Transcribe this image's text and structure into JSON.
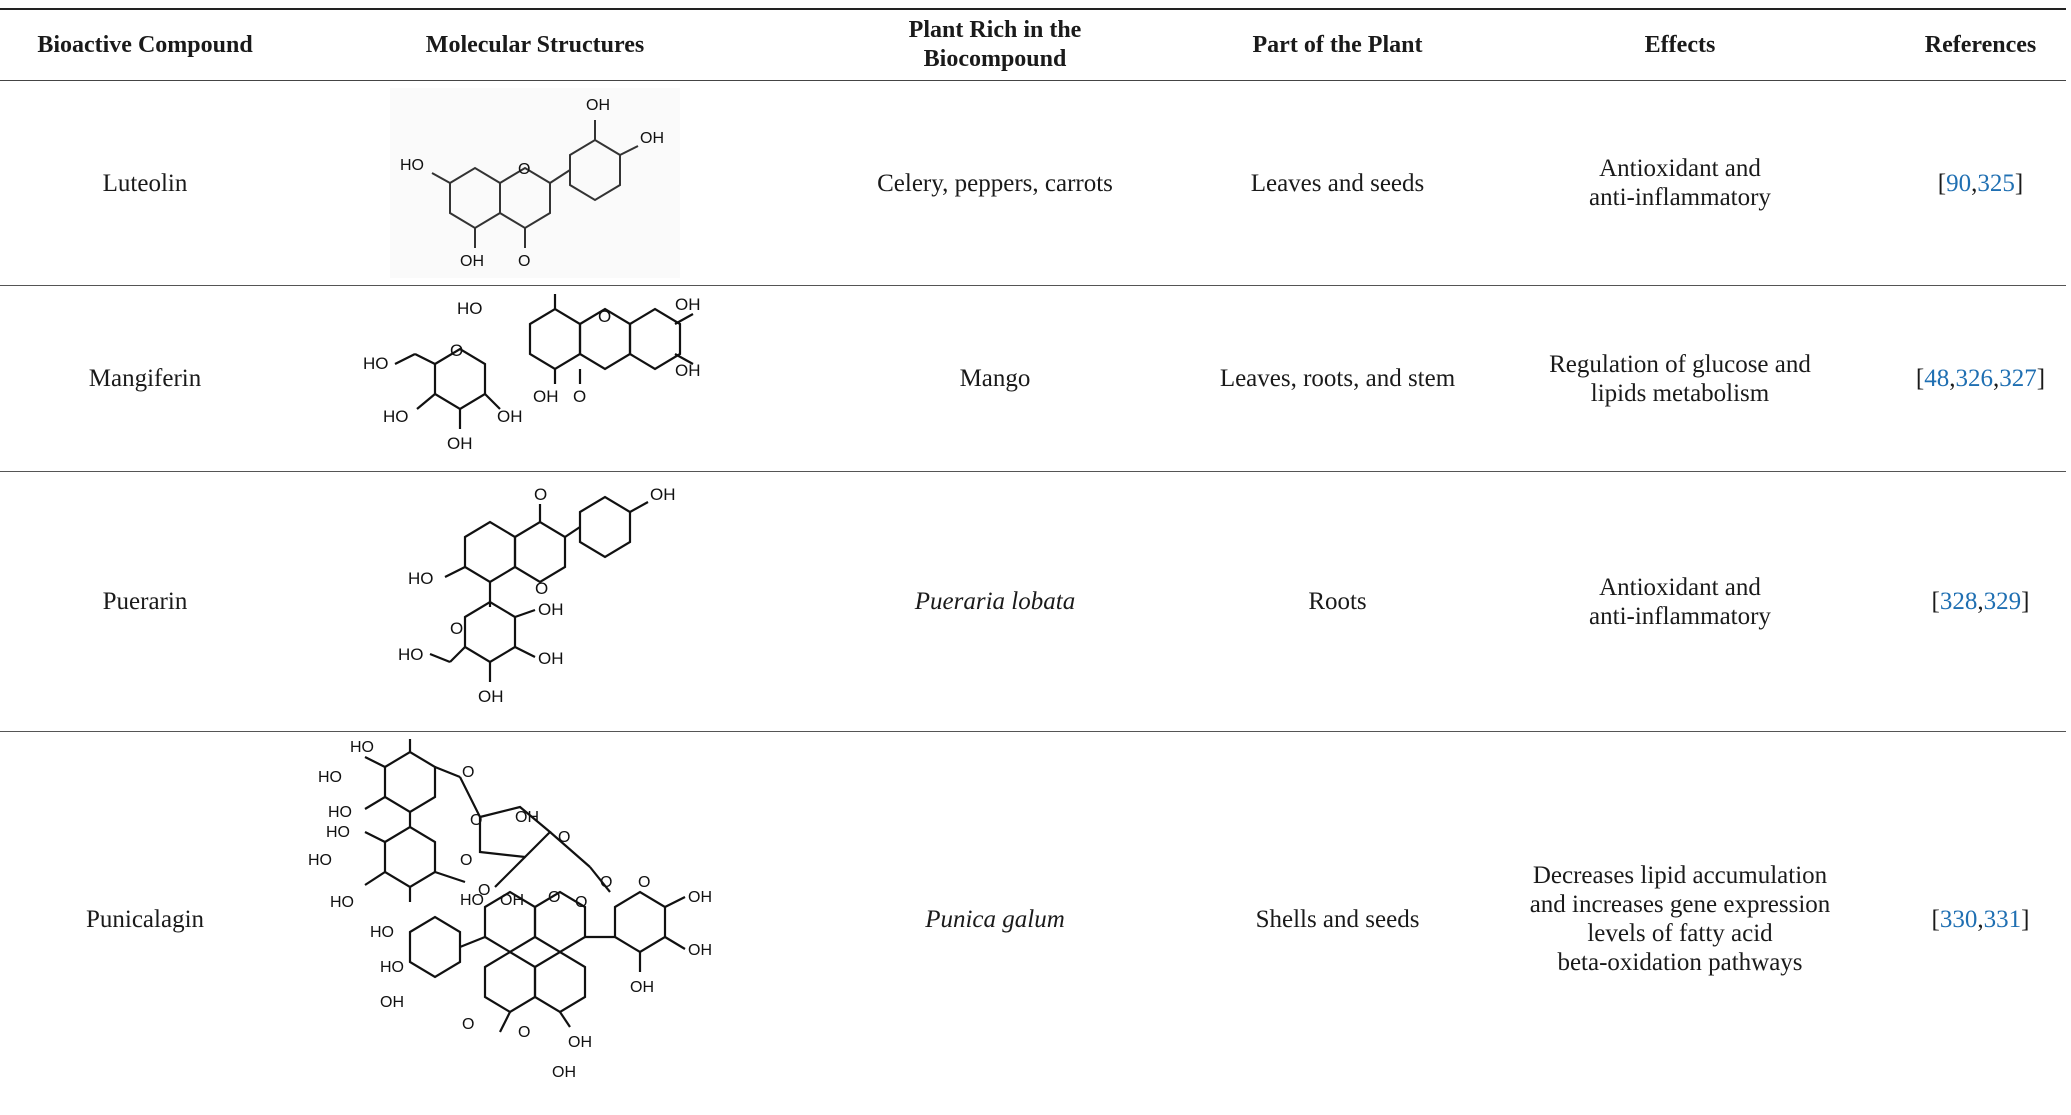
{
  "table": {
    "headers": [
      "Bioactive Compound",
      "Molecular Structures",
      "Plant Rich in the Biocompound",
      "Part of the Plant",
      "Effects",
      "References"
    ],
    "rows": [
      {
        "compound": "Luteolin",
        "plant": "Celery, peppers, carrots",
        "plant_italic": false,
        "part": "Leaves and seeds",
        "effects": [
          "Antioxidant and",
          "anti-inflammatory"
        ],
        "refs": [
          "90",
          "325"
        ]
      },
      {
        "compound": "Mangiferin",
        "plant": "Mango",
        "plant_italic": false,
        "part": "Leaves, roots, and stem",
        "effects": [
          "Regulation of glucose and",
          "lipids metabolism"
        ],
        "refs": [
          "48",
          "326",
          "327"
        ]
      },
      {
        "compound": "Puerarin",
        "plant": "Pueraria lobata",
        "plant_italic": true,
        "part": "Roots",
        "effects": [
          "Antioxidant and",
          "anti-inflammatory"
        ],
        "refs": [
          "328",
          "329"
        ]
      },
      {
        "compound": "Punicalagin",
        "plant": "Punica galum",
        "plant_italic": true,
        "part": "Shells and seeds",
        "effects": [
          "Decreases lipid accumulation",
          "and increases gene expression",
          "levels of fatty acid",
          "beta-oxidation pathways"
        ],
        "refs": [
          "330",
          "331"
        ]
      }
    ],
    "structure_labels": {
      "luteolin": [
        "OH",
        "OH",
        "HO",
        "OH",
        "O",
        "O"
      ],
      "mangiferin": [
        "HO",
        "OH",
        "HO",
        "OH",
        "OH",
        "HO",
        "OH",
        "OH",
        "O",
        "O",
        "O",
        "OH"
      ],
      "puerarin": [
        "OH",
        "O",
        "HO",
        "O",
        "OH",
        "HO",
        "O",
        "OH",
        "OH"
      ],
      "punicalagin": [
        "HO",
        "HO",
        "HO",
        "HO",
        "HO",
        "HO",
        "O",
        "OH",
        "O",
        "O",
        "O",
        "O",
        "O",
        "O",
        "O",
        "OH",
        "HO",
        "O",
        "OH",
        "HO",
        "OH",
        "HO",
        "OH",
        "OH",
        "O",
        "O",
        "OH",
        "OH"
      ]
    }
  }
}
